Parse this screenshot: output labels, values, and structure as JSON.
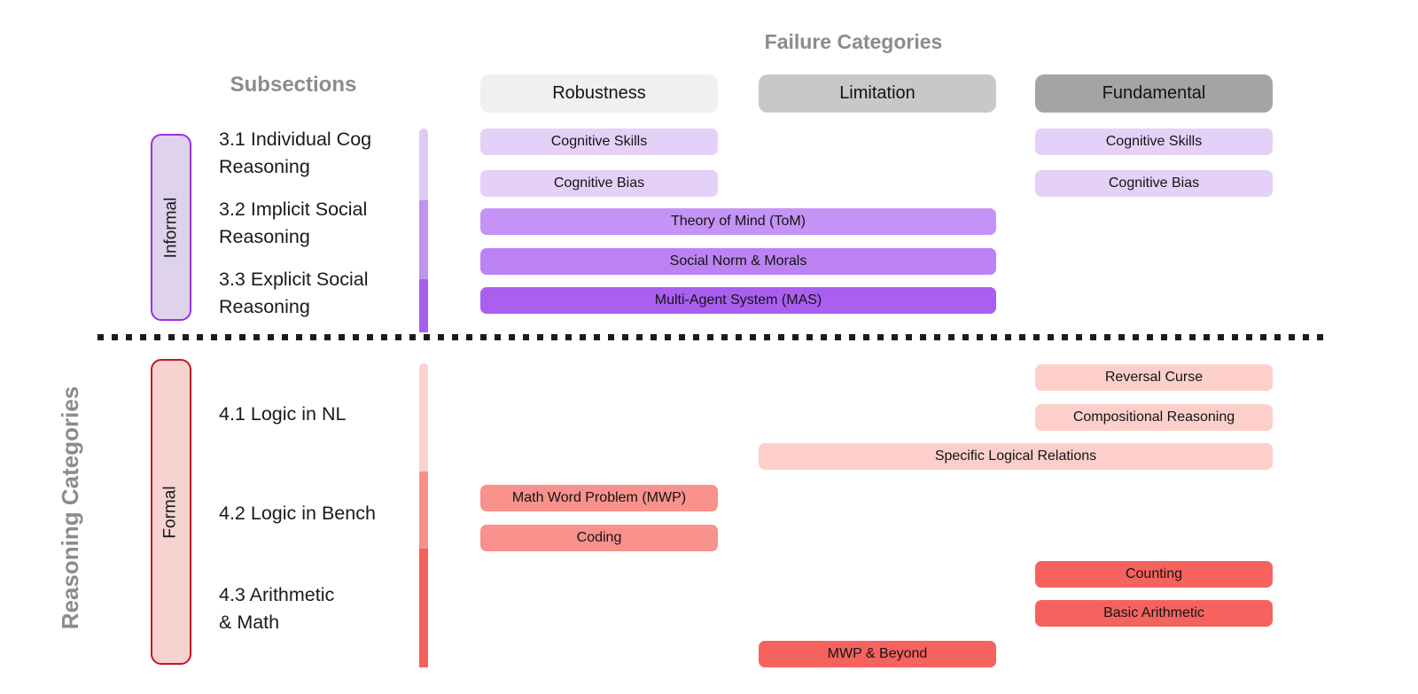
{
  "title": "Failure Categories",
  "subsections_header": "Subsections",
  "left_axis_label": "Reasoning Categories",
  "divider_color": "#1c1c1c",
  "columns": [
    {
      "id": "robustness",
      "label": "Robustness",
      "fill": "#f1eff0"
    },
    {
      "id": "limitation",
      "label": "Limitation",
      "fill": "#c9c7c8"
    },
    {
      "id": "fundamental",
      "label": "Fundamental",
      "fill": "#a5a3a4"
    }
  ],
  "groups": [
    {
      "id": "informal",
      "label": "Informal",
      "fill": "#ded2ec",
      "border": "#9a30e8",
      "bar_colors": [
        "#dfc9f6",
        "#bd94ee",
        "#a660e9"
      ],
      "subsections": [
        {
          "lines": [
            "3.1 Individual Cog",
            "Reasoning"
          ]
        },
        {
          "lines": [
            "3.2 Implicit Social",
            "Reasoning"
          ]
        },
        {
          "lines": [
            "3.3 Explicit Social",
            "Reasoning"
          ]
        }
      ]
    },
    {
      "id": "formal",
      "label": "Formal",
      "fill": "#f6d3d1",
      "border": "#c0191f",
      "bar_colors": [
        "#fbd2cf",
        "#f8918c",
        "#f5625d"
      ],
      "subsections": [
        {
          "lines": [
            "4.1 Logic in NL"
          ]
        },
        {
          "lines": [
            "4.2 Logic in Bench"
          ]
        },
        {
          "lines": [
            "4.3 Arithmetic",
            "& Math"
          ]
        }
      ]
    }
  ],
  "cells": [
    {
      "label": "Cognitive Skills",
      "section": "informal",
      "row": 0,
      "col_start": "robustness",
      "col_end": "robustness",
      "fill": "#e5d0f8"
    },
    {
      "label": "Cognitive Skills",
      "section": "informal",
      "row": 0,
      "col_start": "fundamental",
      "col_end": "fundamental",
      "fill": "#e5d0f8"
    },
    {
      "label": "Cognitive Bias",
      "section": "informal",
      "row": 1,
      "col_start": "robustness",
      "col_end": "robustness",
      "fill": "#e5d0f8"
    },
    {
      "label": "Cognitive Bias",
      "section": "informal",
      "row": 1,
      "col_start": "fundamental",
      "col_end": "fundamental",
      "fill": "#e5d0f8"
    },
    {
      "label": "Theory of Mind (ToM)",
      "section": "informal",
      "row": 2,
      "col_start": "robustness",
      "col_end": "limitation",
      "fill": "#c493f5"
    },
    {
      "label": "Social Norm & Morals",
      "section": "informal",
      "row": 3,
      "col_start": "robustness",
      "col_end": "limitation",
      "fill": "#bc82f3"
    },
    {
      "label": "Multi-Agent System (MAS)",
      "section": "informal",
      "row": 4,
      "col_start": "robustness",
      "col_end": "limitation",
      "fill": "#aa5ff0"
    },
    {
      "label": "Reversal Curse",
      "section": "formal",
      "row": 0,
      "col_start": "fundamental",
      "col_end": "fundamental",
      "fill": "#fccfcb"
    },
    {
      "label": "Compositional Reasoning",
      "section": "formal",
      "row": 1,
      "col_start": "fundamental",
      "col_end": "fundamental",
      "fill": "#fccfcb"
    },
    {
      "label": "Specific Logical Relations",
      "section": "formal",
      "row": 2,
      "col_start": "limitation",
      "col_end": "fundamental",
      "fill": "#fccfcb"
    },
    {
      "label": "Math Word Problem (MWP)",
      "section": "formal",
      "row": 3,
      "col_start": "robustness",
      "col_end": "robustness",
      "fill": "#f9918c"
    },
    {
      "label": "Coding",
      "section": "formal",
      "row": 4,
      "col_start": "robustness",
      "col_end": "robustness",
      "fill": "#f9918c"
    },
    {
      "label": "Counting",
      "section": "formal",
      "row": 5,
      "col_start": "fundamental",
      "col_end": "fundamental",
      "fill": "#f6635e"
    },
    {
      "label": "Basic Arithmetic",
      "section": "formal",
      "row": 6,
      "col_start": "fundamental",
      "col_end": "fundamental",
      "fill": "#f6635e"
    },
    {
      "label": "MWP & Beyond",
      "section": "formal",
      "row": 7,
      "col_start": "limitation",
      "col_end": "limitation",
      "fill": "#f6635e"
    }
  ]
}
